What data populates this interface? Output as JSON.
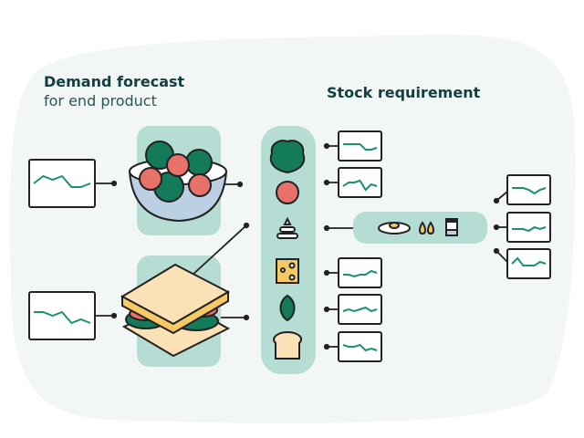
{
  "header": {
    "title": "Demand forecast",
    "subtitle": "for end product",
    "right_title": "Stock requirement"
  },
  "colors": {
    "accent": "#1a9170",
    "panel": "#b5ddd3",
    "background": "#f2f6f5",
    "ink": "#123f3f",
    "tomato": "#e8716a",
    "leaf": "#137a5a",
    "cheese": "#f7c964",
    "bread": "#fbe2b6"
  },
  "products": [
    {
      "icon": "salad-bowl-icon",
      "trend": [
        5,
        7,
        6,
        7,
        4,
        4,
        5
      ]
    },
    {
      "icon": "sandwich-icon",
      "trend": [
        6,
        6,
        5,
        6,
        3,
        4,
        3
      ]
    }
  ],
  "ingredients": [
    {
      "icon": "lettuce-icon",
      "trend": [
        6,
        6,
        6,
        6,
        3,
        3,
        4
      ]
    },
    {
      "icon": "tomato-icon",
      "trend": [
        3,
        5,
        5,
        6,
        1,
        4,
        3
      ]
    },
    {
      "icon": "sauce-icon",
      "trend": null
    },
    {
      "icon": "cheese-icon",
      "trend": [
        4,
        4,
        3,
        4,
        4,
        6,
        5
      ]
    },
    {
      "icon": "spinach-icon",
      "trend": [
        4,
        5,
        4,
        5,
        6,
        4,
        5
      ]
    },
    {
      "icon": "bread-icon",
      "trend": [
        6,
        5,
        5,
        6,
        3,
        4,
        3
      ]
    }
  ],
  "sauce_components": [
    {
      "icon": "egg-icon",
      "trend": [
        6,
        6,
        6,
        5,
        3,
        5,
        6
      ]
    },
    {
      "icon": "oil-drops-icon",
      "trend": [
        4,
        4,
        4,
        3,
        5,
        4,
        5
      ]
    },
    {
      "icon": "salt-shaker-icon",
      "trend": [
        5,
        8,
        4,
        4,
        4,
        6,
        5
      ]
    }
  ]
}
